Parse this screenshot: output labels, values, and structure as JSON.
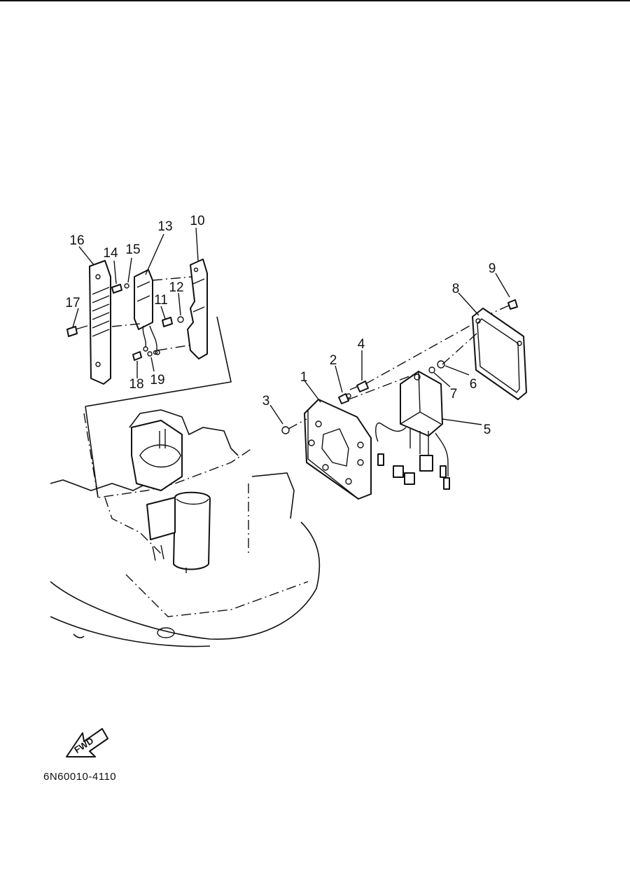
{
  "diagram": {
    "part_labels": [
      "1",
      "2",
      "3",
      "4",
      "5",
      "6",
      "7",
      "8",
      "9",
      "10",
      "11",
      "12",
      "13",
      "14",
      "15",
      "16",
      "17",
      "18",
      "19"
    ],
    "fwd_label": "FWD",
    "drawing_code": "6N60010-4110"
  }
}
